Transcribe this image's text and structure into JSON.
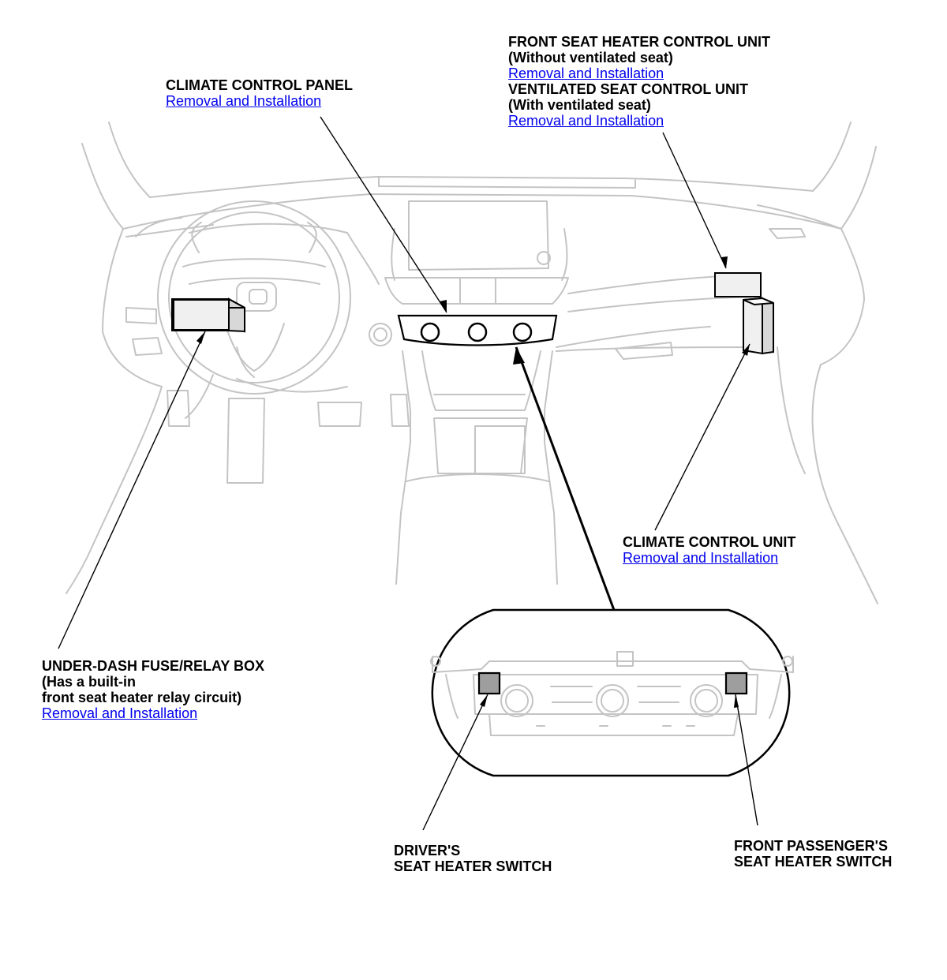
{
  "callouts": {
    "climate_panel": {
      "title": "CLIMATE CONTROL PANEL",
      "link": "Removal and Installation"
    },
    "heater_unit": {
      "title1": "FRONT SEAT HEATER CONTROL UNIT",
      "title1_note": "(Without ventilated seat)",
      "link1": "Removal and Installation",
      "title2": "VENTILATED SEAT CONTROL UNIT",
      "title2_note": "(With ventilated seat)",
      "link2": "Removal and Installation"
    },
    "climate_unit": {
      "title": "CLIMATE CONTROL UNIT",
      "link": "Removal and Installation"
    },
    "fuse_box": {
      "title": "UNDER-DASH FUSE/RELAY BOX",
      "note1": "(Has a built-in",
      "note2": "front seat heater relay circuit)",
      "link": "Removal and Installation"
    },
    "driver_switch": {
      "line1": "DRIVER'S",
      "line2": "SEAT HEATER SWITCH"
    },
    "passenger_switch": {
      "line1": "FRONT PASSENGER'S",
      "line2": "SEAT HEATER SWITCH"
    }
  },
  "colors": {
    "link": "#0000ee",
    "ghost_line": "#c4c4c4",
    "ink": "#000000"
  }
}
